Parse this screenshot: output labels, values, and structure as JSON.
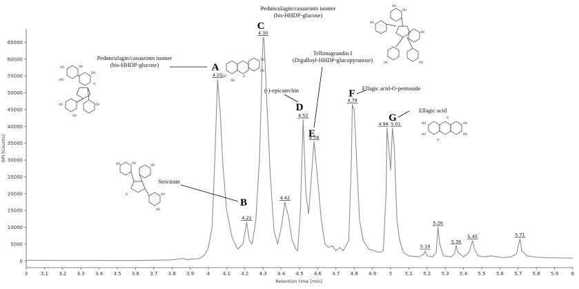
{
  "chart_data": {
    "type": "line",
    "xlabel": "Retention time [min]",
    "ylabel": "BPI [Counts]",
    "xlim": [
      3.0,
      6.0
    ],
    "ylim": [
      -2000,
      69000
    ],
    "x_ticks": [
      "3",
      "3.1",
      "3.2",
      "3.3",
      "3.4",
      "3.5",
      "3.6",
      "3.7",
      "3.8",
      "3.9",
      "4",
      "4.1",
      "4.2",
      "4.3",
      "4.4",
      "4.5",
      "4.6",
      "4.7",
      "4.8",
      "4.9",
      "5",
      "5.1",
      "5.2",
      "5.3",
      "5.4",
      "5.5",
      "5.6",
      "5.7",
      "5.8",
      "5.9",
      "6"
    ],
    "y_ticks": [
      "0",
      "5000",
      "10000",
      "15000",
      "20000",
      "25000",
      "30000",
      "35000",
      "40000",
      "45000",
      "50000",
      "55000",
      "60000",
      "65000"
    ],
    "grid": false,
    "series": [
      {
        "color": "#8c8c8c",
        "points": [
          [
            3.0,
            200
          ],
          [
            3.2,
            150
          ],
          [
            3.4,
            150
          ],
          [
            3.6,
            120
          ],
          [
            3.8,
            300
          ],
          [
            3.86,
            700
          ],
          [
            3.88,
            400
          ],
          [
            3.95,
            700
          ],
          [
            3.98,
            1800
          ],
          [
            4.0,
            4000
          ],
          [
            4.02,
            10000
          ],
          [
            4.035,
            30000
          ],
          [
            4.05,
            54000
          ],
          [
            4.065,
            44000
          ],
          [
            4.08,
            28000
          ],
          [
            4.1,
            15000
          ],
          [
            4.13,
            7000
          ],
          [
            4.16,
            3500
          ],
          [
            4.19,
            5000
          ],
          [
            4.21,
            11500
          ],
          [
            4.225,
            6000
          ],
          [
            4.24,
            5000
          ],
          [
            4.26,
            12000
          ],
          [
            4.28,
            30000
          ],
          [
            4.295,
            58000
          ],
          [
            4.3,
            66500
          ],
          [
            4.305,
            66000
          ],
          [
            4.32,
            48000
          ],
          [
            4.34,
            25000
          ],
          [
            4.36,
            9000
          ],
          [
            4.38,
            5000
          ],
          [
            4.4,
            10000
          ],
          [
            4.42,
            17500
          ],
          [
            4.44,
            13000
          ],
          [
            4.46,
            6000
          ],
          [
            4.48,
            3500
          ],
          [
            4.49,
            3000
          ],
          [
            4.505,
            15000
          ],
          [
            4.52,
            42000
          ],
          [
            4.535,
            20000
          ],
          [
            4.55,
            14000
          ],
          [
            4.58,
            35500
          ],
          [
            4.6,
            24000
          ],
          [
            4.62,
            12000
          ],
          [
            4.64,
            5000
          ],
          [
            4.66,
            4000
          ],
          [
            4.68,
            4500
          ],
          [
            4.7,
            3000
          ],
          [
            4.72,
            4000
          ],
          [
            4.74,
            3000
          ],
          [
            4.77,
            6000
          ],
          [
            4.785,
            30000
          ],
          [
            4.79,
            46500
          ],
          [
            4.8,
            45000
          ],
          [
            4.815,
            28000
          ],
          [
            4.83,
            12000
          ],
          [
            4.85,
            6000
          ],
          [
            4.88,
            3500
          ],
          [
            4.91,
            3000
          ],
          [
            4.94,
            2500
          ],
          [
            4.96,
            3000
          ],
          [
            4.975,
            20000
          ],
          [
            4.98,
            39500
          ],
          [
            4.99,
            34000
          ],
          [
            5.0,
            27000
          ],
          [
            5.01,
            39500
          ],
          [
            5.02,
            34000
          ],
          [
            5.035,
            12000
          ],
          [
            5.05,
            6000
          ],
          [
            5.07,
            2500
          ],
          [
            5.1,
            1500
          ],
          [
            5.15,
            1200
          ],
          [
            5.18,
            1800
          ],
          [
            5.19,
            3000
          ],
          [
            5.2,
            1500
          ],
          [
            5.23,
            1200
          ],
          [
            5.25,
            2500
          ],
          [
            5.26,
            10000
          ],
          [
            5.27,
            5000
          ],
          [
            5.29,
            1500
          ],
          [
            5.33,
            1200
          ],
          [
            5.35,
            2000
          ],
          [
            5.36,
            4500
          ],
          [
            5.37,
            2500
          ],
          [
            5.4,
            1200
          ],
          [
            5.43,
            2500
          ],
          [
            5.45,
            6000
          ],
          [
            5.46,
            3500
          ],
          [
            5.48,
            1500
          ],
          [
            5.52,
            1200
          ],
          [
            5.55,
            1500
          ],
          [
            5.58,
            1200
          ],
          [
            5.62,
            1000
          ],
          [
            5.66,
            1200
          ],
          [
            5.69,
            2000
          ],
          [
            5.71,
            6500
          ],
          [
            5.72,
            3000
          ],
          [
            5.75,
            1500
          ],
          [
            5.8,
            1100
          ],
          [
            5.9,
            900
          ],
          [
            6.0,
            800
          ]
        ]
      }
    ],
    "peak_labels": [
      {
        "rt": 4.05,
        "y": 54000,
        "text": "4.05"
      },
      {
        "rt": 4.21,
        "y": 11500,
        "text": "4.21"
      },
      {
        "rt": 4.3,
        "y": 66500,
        "text": "4.30"
      },
      {
        "rt": 4.42,
        "y": 17500,
        "text": "4.42"
      },
      {
        "rt": 4.52,
        "y": 42000,
        "text": "4.52"
      },
      {
        "rt": 4.58,
        "y": 35500,
        "text": "4.58"
      },
      {
        "rt": 4.79,
        "y": 46500,
        "text": "4.79"
      },
      {
        "rt": 4.98,
        "y": 39500,
        "text": "4.98"
      },
      {
        "rt": 5.01,
        "y": 39500,
        "text": "5.01"
      },
      {
        "rt": 5.19,
        "y": 3000,
        "text": "5.19"
      },
      {
        "rt": 5.26,
        "y": 10000,
        "text": "5.26"
      },
      {
        "rt": 5.36,
        "y": 4500,
        "text": "5.36"
      },
      {
        "rt": 5.45,
        "y": 6000,
        "text": "5.45"
      },
      {
        "rt": 5.71,
        "y": 6500,
        "text": "5.71"
      }
    ],
    "compound_annotations": [
      {
        "letter": "A",
        "lines": [
          "Pedunculagin/casuarinin isomer",
          "(bis-HHDP-glucose)"
        ]
      },
      {
        "letter": "B",
        "lines": [
          "Strictinin"
        ]
      },
      {
        "letter": "C",
        "lines": [
          "Pedunculagin/casuarinin isomer",
          "(bis-HHDP-glucose)"
        ]
      },
      {
        "letter": "D",
        "lines": [
          "(-)-epicatechin"
        ]
      },
      {
        "letter": "E",
        "lines": [
          "Tellimagrandin I",
          "(Digalloyl-HHDP-glucopyranose)"
        ]
      },
      {
        "letter": "F",
        "lines": [
          "Ellagic acid-O-pentoside"
        ]
      },
      {
        "letter": "G",
        "lines": [
          "Ellagic acid"
        ]
      }
    ],
    "structure_atom_labels": {
      "oh": "OH",
      "ho": "HO",
      "o": "O"
    }
  }
}
